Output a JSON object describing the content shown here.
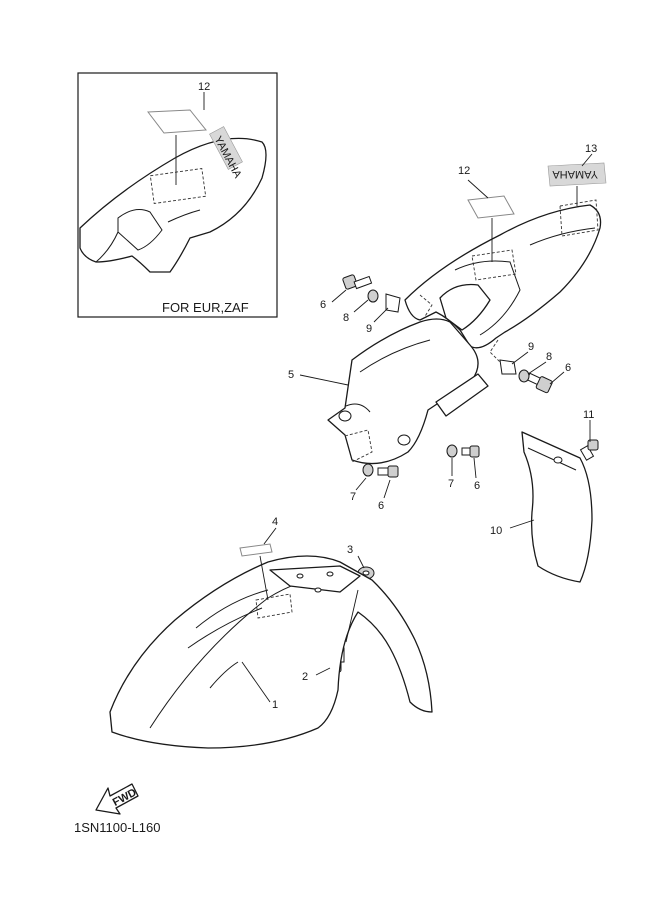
{
  "inset": {
    "note": "FOR EUR,ZAF",
    "callout": "12"
  },
  "callouts": {
    "c1": "1",
    "c2": "2",
    "c3": "3",
    "c4": "4",
    "c5": "5",
    "c6a": "6",
    "c6b": "6",
    "c6c": "6",
    "c6d": "6",
    "c7a": "7",
    "c7b": "7",
    "c8a": "8",
    "c8b": "8",
    "c9a": "9",
    "c9b": "9",
    "c10": "10",
    "c11": "11",
    "c12": "12",
    "c13": "13"
  },
  "direction_badge": "FWD",
  "drawing_code": "1SN1100-L160",
  "decal_text": "YAMAHA"
}
